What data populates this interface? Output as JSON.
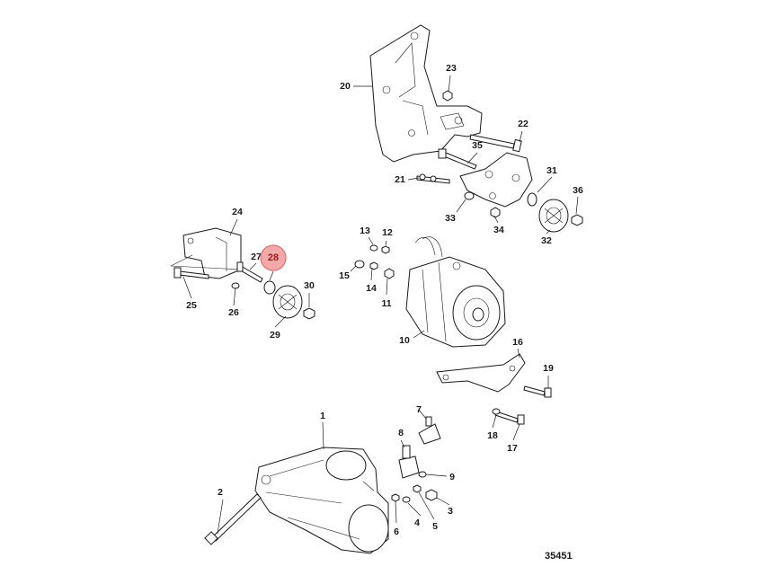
{
  "diagram": {
    "figure_code": "35451",
    "highlighted_callout": "28",
    "highlight_color": "#f4a9a9",
    "callouts": [
      "1",
      "2",
      "3",
      "4",
      "5",
      "6",
      "7",
      "8",
      "9",
      "10",
      "11",
      "12",
      "13",
      "14",
      "15",
      "16",
      "17",
      "18",
      "19",
      "20",
      "21",
      "22",
      "23",
      "24",
      "25",
      "26",
      "27",
      "28",
      "29",
      "30",
      "31",
      "32",
      "33",
      "34",
      "35",
      "36"
    ]
  }
}
